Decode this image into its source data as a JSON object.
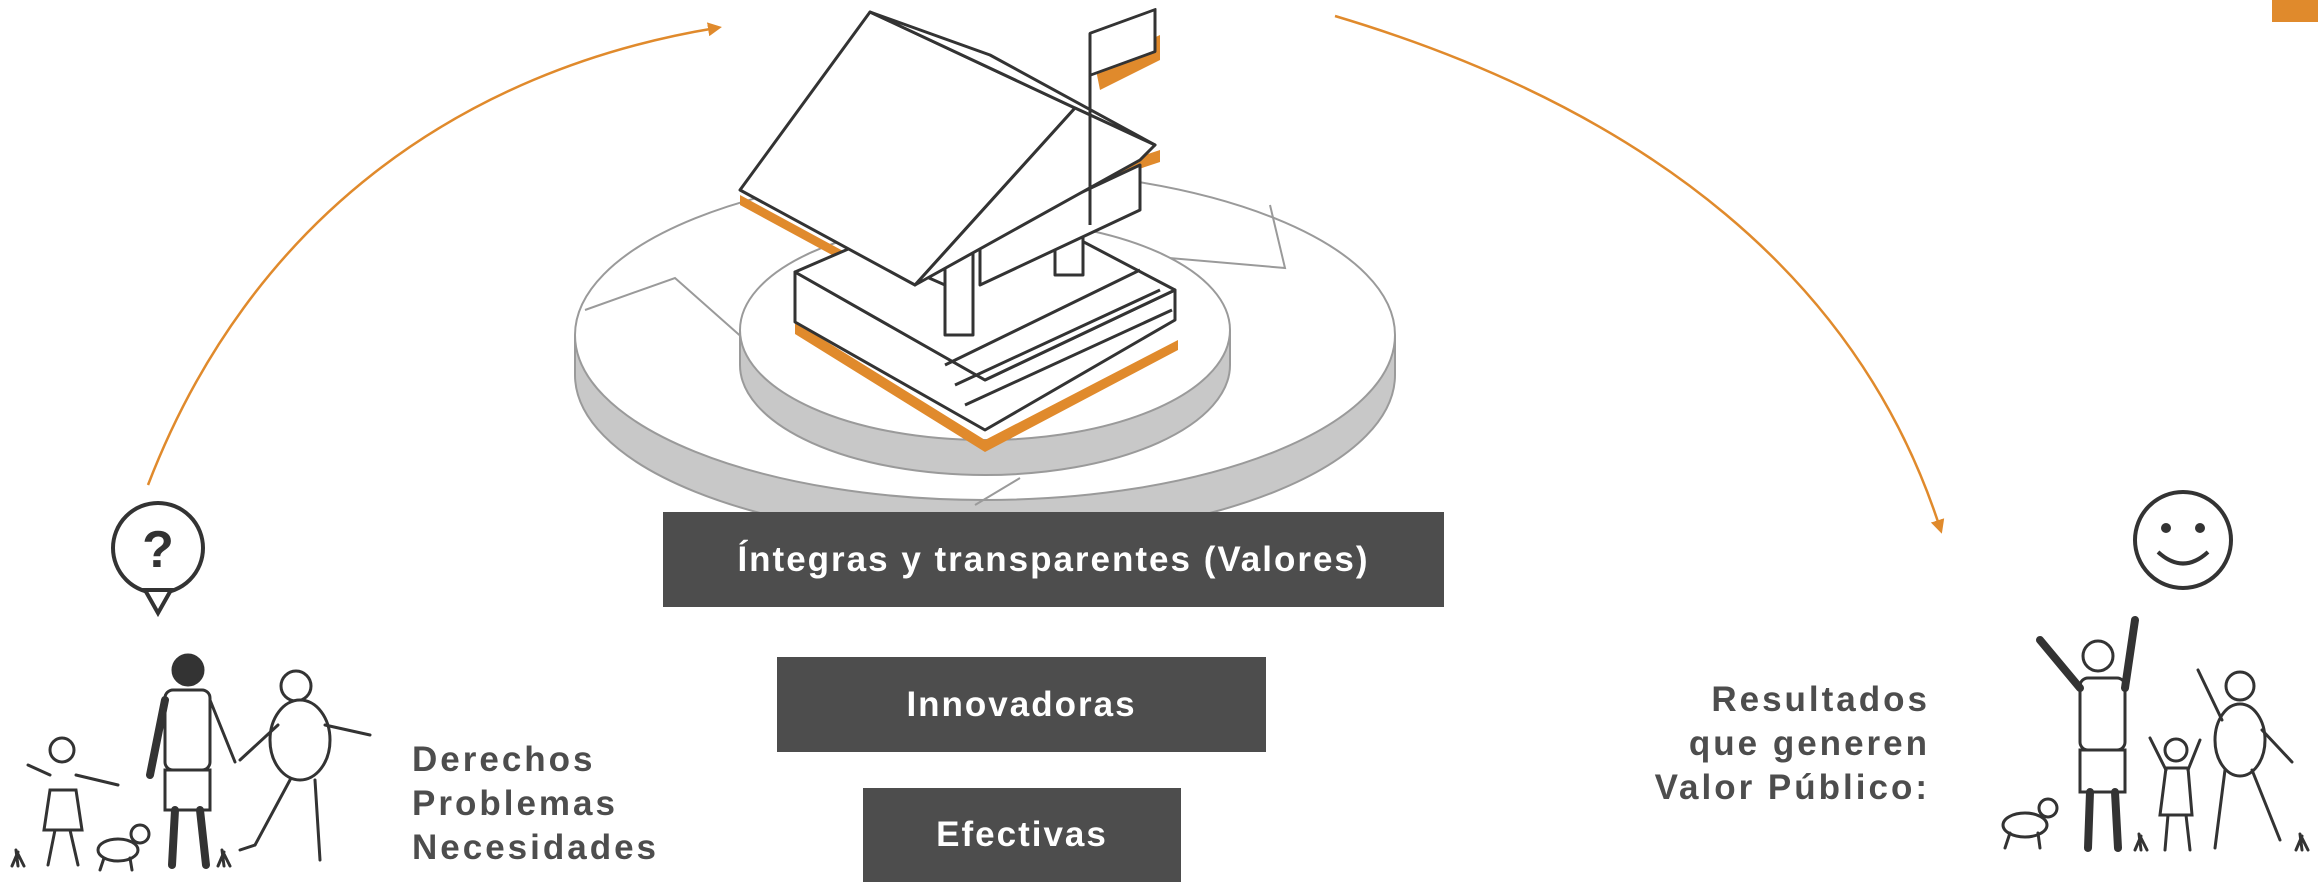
{
  "boxes": {
    "values": "Íntegras y transparentes (Valores)",
    "innovative": "Innovadoras",
    "effective": "Efectivas"
  },
  "left_label": {
    "lines": [
      "Derechos",
      "Problemas",
      "Necesidades"
    ]
  },
  "right_label": {
    "lines": [
      "Resultados",
      "que generen",
      "Valor Público:"
    ]
  },
  "icons": {
    "left_bubble": "question-mark-bubble-icon",
    "right_face": "smiley-face-icon"
  },
  "colors": {
    "accent": "#e08a2c",
    "box": "#4d4d4d",
    "text": "#4d4d4d",
    "platform": "#c8c8c8"
  }
}
